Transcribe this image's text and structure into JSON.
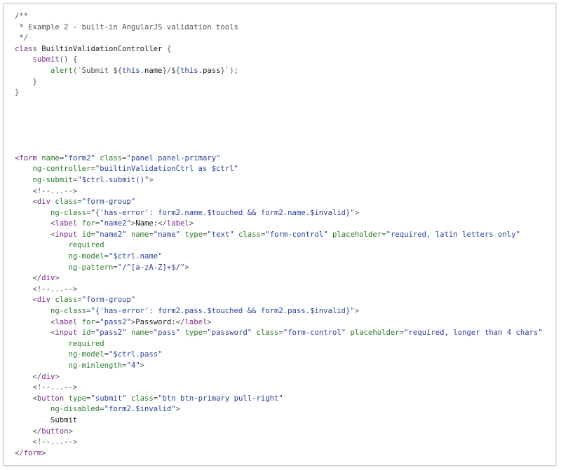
{
  "lines": [
    [
      {
        "t": "/**",
        "c": "comment"
      }
    ],
    [
      {
        "t": " * Example 2 - built-in AngularJS validation tools",
        "c": "comment"
      }
    ],
    [
      {
        "t": " */",
        "c": "comment"
      }
    ],
    [
      {
        "t": "class ",
        "c": "keyword"
      },
      {
        "t": "BuiltinValidationController",
        "c": "plain"
      },
      {
        "t": " {",
        "c": "comment"
      }
    ],
    [
      {
        "t": "    ",
        "c": "plain"
      },
      {
        "t": "submit",
        "c": "keyword"
      },
      {
        "t": "() {",
        "c": "comment"
      }
    ],
    [
      {
        "t": "        ",
        "c": "plain"
      },
      {
        "t": "alert",
        "c": "attr"
      },
      {
        "t": "(`Submit ${",
        "c": "comment"
      },
      {
        "t": "this",
        "c": "kw2"
      },
      {
        "t": ".",
        "c": "comment"
      },
      {
        "t": "name",
        "c": "plain"
      },
      {
        "t": "}/${",
        "c": "comment"
      },
      {
        "t": "this",
        "c": "kw2"
      },
      {
        "t": ".",
        "c": "comment"
      },
      {
        "t": "pass",
        "c": "plain"
      },
      {
        "t": "}`);",
        "c": "comment"
      }
    ],
    [
      {
        "t": "    }",
        "c": "comment"
      }
    ],
    [
      {
        "t": "}",
        "c": "comment"
      }
    ],
    [],
    [],
    [],
    [],
    [],
    [
      {
        "t": "<",
        "c": "comment"
      },
      {
        "t": "form",
        "c": "tag"
      },
      {
        "t": " ",
        "c": "plain"
      },
      {
        "t": "name",
        "c": "attr"
      },
      {
        "t": "=",
        "c": "comment"
      },
      {
        "t": "\"form2\"",
        "c": "str"
      },
      {
        "t": " ",
        "c": "plain"
      },
      {
        "t": "class",
        "c": "attr"
      },
      {
        "t": "=",
        "c": "comment"
      },
      {
        "t": "\"panel panel-primary\"",
        "c": "str"
      }
    ],
    [
      {
        "t": "    ",
        "c": "plain"
      },
      {
        "t": "ng-controller",
        "c": "attr"
      },
      {
        "t": "=",
        "c": "comment"
      },
      {
        "t": "\"builtinValidationCtrl as $ctrl\"",
        "c": "str"
      }
    ],
    [
      {
        "t": "    ",
        "c": "plain"
      },
      {
        "t": "ng-submit",
        "c": "attr"
      },
      {
        "t": "=",
        "c": "comment"
      },
      {
        "t": "\"$ctrl.submit()\"",
        "c": "str"
      },
      {
        "t": ">",
        "c": "comment"
      }
    ],
    [
      {
        "t": "    <!--...-->",
        "c": "comment"
      }
    ],
    [
      {
        "t": "    <",
        "c": "comment"
      },
      {
        "t": "div",
        "c": "tag"
      },
      {
        "t": " ",
        "c": "plain"
      },
      {
        "t": "class",
        "c": "attr"
      },
      {
        "t": "=",
        "c": "comment"
      },
      {
        "t": "\"form-group\"",
        "c": "str"
      }
    ],
    [
      {
        "t": "        ",
        "c": "plain"
      },
      {
        "t": "ng-class",
        "c": "attr"
      },
      {
        "t": "=",
        "c": "comment"
      },
      {
        "t": "\"{'has-error': form2.name.$touched && form2.name.$invalid}\"",
        "c": "str"
      },
      {
        "t": ">",
        "c": "comment"
      }
    ],
    [
      {
        "t": "        <",
        "c": "comment"
      },
      {
        "t": "label",
        "c": "tag"
      },
      {
        "t": " ",
        "c": "plain"
      },
      {
        "t": "for",
        "c": "attr"
      },
      {
        "t": "=",
        "c": "comment"
      },
      {
        "t": "\"name2\"",
        "c": "str"
      },
      {
        "t": ">",
        "c": "comment"
      },
      {
        "t": "Name:",
        "c": "plain"
      },
      {
        "t": "</",
        "c": "comment"
      },
      {
        "t": "label",
        "c": "tag"
      },
      {
        "t": ">",
        "c": "comment"
      }
    ],
    [
      {
        "t": "        <",
        "c": "comment"
      },
      {
        "t": "input",
        "c": "tag"
      },
      {
        "t": " ",
        "c": "plain"
      },
      {
        "t": "id",
        "c": "attr"
      },
      {
        "t": "=",
        "c": "comment"
      },
      {
        "t": "\"name2\"",
        "c": "str"
      },
      {
        "t": " ",
        "c": "plain"
      },
      {
        "t": "name",
        "c": "attr"
      },
      {
        "t": "=",
        "c": "comment"
      },
      {
        "t": "\"name\"",
        "c": "str"
      },
      {
        "t": " ",
        "c": "plain"
      },
      {
        "t": "type",
        "c": "attr"
      },
      {
        "t": "=",
        "c": "comment"
      },
      {
        "t": "\"text\"",
        "c": "str"
      },
      {
        "t": " ",
        "c": "plain"
      },
      {
        "t": "class",
        "c": "attr"
      },
      {
        "t": "=",
        "c": "comment"
      },
      {
        "t": "\"form-control\"",
        "c": "str"
      },
      {
        "t": " ",
        "c": "plain"
      },
      {
        "t": "placeholder",
        "c": "attr"
      },
      {
        "t": "=",
        "c": "comment"
      },
      {
        "t": "\"required, latin letters only\"",
        "c": "str"
      }
    ],
    [
      {
        "t": "            ",
        "c": "plain"
      },
      {
        "t": "required",
        "c": "attr"
      }
    ],
    [
      {
        "t": "            ",
        "c": "plain"
      },
      {
        "t": "ng-model",
        "c": "attr"
      },
      {
        "t": "=",
        "c": "comment"
      },
      {
        "t": "\"$ctrl.name\"",
        "c": "str"
      }
    ],
    [
      {
        "t": "            ",
        "c": "plain"
      },
      {
        "t": "ng-pattern",
        "c": "attr"
      },
      {
        "t": "=",
        "c": "comment"
      },
      {
        "t": "\"/^[a-zA-Z]+$/\"",
        "c": "str"
      },
      {
        "t": ">",
        "c": "comment"
      }
    ],
    [
      {
        "t": "    </",
        "c": "comment"
      },
      {
        "t": "div",
        "c": "tag"
      },
      {
        "t": ">",
        "c": "comment"
      }
    ],
    [
      {
        "t": "    <!--...-->",
        "c": "comment"
      }
    ],
    [
      {
        "t": "    <",
        "c": "comment"
      },
      {
        "t": "div",
        "c": "tag"
      },
      {
        "t": " ",
        "c": "plain"
      },
      {
        "t": "class",
        "c": "attr"
      },
      {
        "t": "=",
        "c": "comment"
      },
      {
        "t": "\"form-group\"",
        "c": "str"
      }
    ],
    [
      {
        "t": "        ",
        "c": "plain"
      },
      {
        "t": "ng-class",
        "c": "attr"
      },
      {
        "t": "=",
        "c": "comment"
      },
      {
        "t": "\"{'has-error': form2.pass.$touched && form2.pass.$invalid}\"",
        "c": "str"
      },
      {
        "t": ">",
        "c": "comment"
      }
    ],
    [
      {
        "t": "        <",
        "c": "comment"
      },
      {
        "t": "label",
        "c": "tag"
      },
      {
        "t": " ",
        "c": "plain"
      },
      {
        "t": "for",
        "c": "attr"
      },
      {
        "t": "=",
        "c": "comment"
      },
      {
        "t": "\"pass2\"",
        "c": "str"
      },
      {
        "t": ">",
        "c": "comment"
      },
      {
        "t": "Password:",
        "c": "plain"
      },
      {
        "t": "</",
        "c": "comment"
      },
      {
        "t": "label",
        "c": "tag"
      },
      {
        "t": ">",
        "c": "comment"
      }
    ],
    [
      {
        "t": "        <",
        "c": "comment"
      },
      {
        "t": "input",
        "c": "tag"
      },
      {
        "t": " ",
        "c": "plain"
      },
      {
        "t": "id",
        "c": "attr"
      },
      {
        "t": "=",
        "c": "comment"
      },
      {
        "t": "\"pass2\"",
        "c": "str"
      },
      {
        "t": " ",
        "c": "plain"
      },
      {
        "t": "name",
        "c": "attr"
      },
      {
        "t": "=",
        "c": "comment"
      },
      {
        "t": "\"pass\"",
        "c": "str"
      },
      {
        "t": " ",
        "c": "plain"
      },
      {
        "t": "type",
        "c": "attr"
      },
      {
        "t": "=",
        "c": "comment"
      },
      {
        "t": "\"password\"",
        "c": "str"
      },
      {
        "t": " ",
        "c": "plain"
      },
      {
        "t": "class",
        "c": "attr"
      },
      {
        "t": "=",
        "c": "comment"
      },
      {
        "t": "\"form-control\"",
        "c": "str"
      },
      {
        "t": " ",
        "c": "plain"
      },
      {
        "t": "placeholder",
        "c": "attr"
      },
      {
        "t": "=",
        "c": "comment"
      },
      {
        "t": "\"required, longer than 4 chars\"",
        "c": "str"
      }
    ],
    [
      {
        "t": "            ",
        "c": "plain"
      },
      {
        "t": "required",
        "c": "attr"
      }
    ],
    [
      {
        "t": "            ",
        "c": "plain"
      },
      {
        "t": "ng-model",
        "c": "attr"
      },
      {
        "t": "=",
        "c": "comment"
      },
      {
        "t": "\"$ctrl.pass\"",
        "c": "str"
      }
    ],
    [
      {
        "t": "            ",
        "c": "plain"
      },
      {
        "t": "ng-minlength",
        "c": "attr"
      },
      {
        "t": "=",
        "c": "comment"
      },
      {
        "t": "\"4\"",
        "c": "str"
      },
      {
        "t": ">",
        "c": "comment"
      }
    ],
    [
      {
        "t": "    </",
        "c": "comment"
      },
      {
        "t": "div",
        "c": "tag"
      },
      {
        "t": ">",
        "c": "comment"
      }
    ],
    [
      {
        "t": "    <!--...-->",
        "c": "comment"
      }
    ],
    [
      {
        "t": "    <",
        "c": "comment"
      },
      {
        "t": "button",
        "c": "tag"
      },
      {
        "t": " ",
        "c": "plain"
      },
      {
        "t": "type",
        "c": "attr"
      },
      {
        "t": "=",
        "c": "comment"
      },
      {
        "t": "\"submit\"",
        "c": "str"
      },
      {
        "t": " ",
        "c": "plain"
      },
      {
        "t": "class",
        "c": "attr"
      },
      {
        "t": "=",
        "c": "comment"
      },
      {
        "t": "\"btn btn-primary pull-right\"",
        "c": "str"
      }
    ],
    [
      {
        "t": "        ",
        "c": "plain"
      },
      {
        "t": "ng-disabled",
        "c": "attr"
      },
      {
        "t": "=",
        "c": "comment"
      },
      {
        "t": "\"form2.$invalid\"",
        "c": "str"
      },
      {
        "t": ">",
        "c": "comment"
      }
    ],
    [
      {
        "t": "        Submit",
        "c": "plain"
      }
    ],
    [
      {
        "t": "    </",
        "c": "comment"
      },
      {
        "t": "button",
        "c": "tag"
      },
      {
        "t": ">",
        "c": "comment"
      }
    ],
    [
      {
        "t": "    <!--...-->",
        "c": "comment"
      }
    ],
    [
      {
        "t": "</",
        "c": "comment"
      },
      {
        "t": "form",
        "c": "tag"
      },
      {
        "t": ">",
        "c": "comment"
      }
    ]
  ]
}
